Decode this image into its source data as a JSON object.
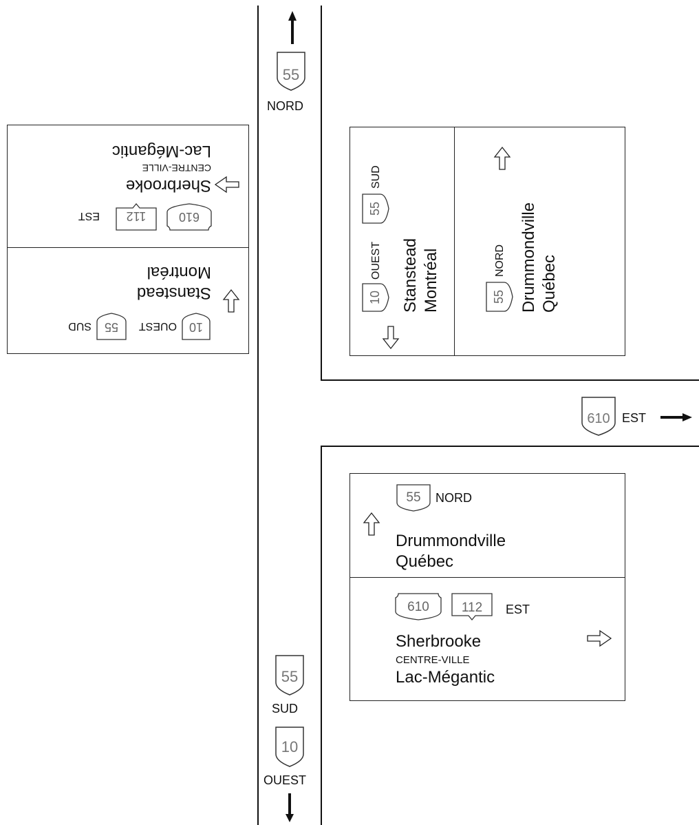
{
  "north_road": {
    "route": "55",
    "direction": "NORD"
  },
  "south_road": {
    "route_1": "55",
    "direction_1": "SUD",
    "route_2": "10",
    "direction_2": "OUEST"
  },
  "east_road": {
    "route": "610",
    "direction": "EST"
  },
  "sign_bottom": {
    "top": {
      "route": "55",
      "direction": "NORD",
      "dest_1": "Drummondville",
      "dest_2": "Québec"
    },
    "bottom": {
      "route_1": "610",
      "route_2": "112",
      "direction": "EST",
      "dest_1": "Sherbrooke",
      "dest_2": "CENTRE-VILLE",
      "dest_3": "Lac-Mégantic"
    }
  },
  "sign_left": {
    "top": {
      "route_1": "610",
      "route_2": "112",
      "direction": "EST",
      "dest_1": "Sherbrooke",
      "dest_2": "CENTRE-VILLE",
      "dest_3": "Lac-Mégantic"
    },
    "bottom": {
      "route_1": "10",
      "direction_1": "OUEST",
      "route_2": "55",
      "direction_2": "SUD",
      "dest_1": "Stanstead",
      "dest_2": "Montréal"
    }
  },
  "sign_right": {
    "left": {
      "route_1": "10",
      "direction_1": "OUEST",
      "route_2": "55",
      "direction_2": "SUD",
      "dest_1": "Stanstead",
      "dest_2": "Montréal"
    },
    "right": {
      "route": "55",
      "direction": "NORD",
      "dest_1": "Drummondville",
      "dest_2": "Québec"
    }
  }
}
